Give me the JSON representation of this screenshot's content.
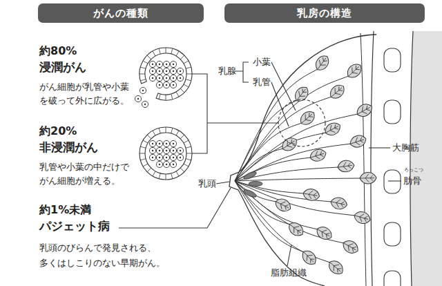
{
  "diagram": {
    "nodes": [
      {
        "text": [
          "がんの種類"
        ]
      },
      {
        "text": [
          "乳房の構造"
        ]
      }
    ],
    "labels": [
      "約80%",
      "浸潤がん",
      "がん細胞が乳管や小葉 を破って外に広がる。",
      "約20%",
      "非浸潤がん",
      "乳管や小葉の中だけで がん細胞が増える。",
      "約1%未満",
      "パジェット病",
      "乳頭のびらんで発見される、 多くはしこりのない早期がん。",
      "乳腺",
      "小葉",
      "乳管",
      "大胸筋",
      "ろっこつ",
      "肋骨",
      "乳頭",
      "脂肪組織"
    ]
  }
}
